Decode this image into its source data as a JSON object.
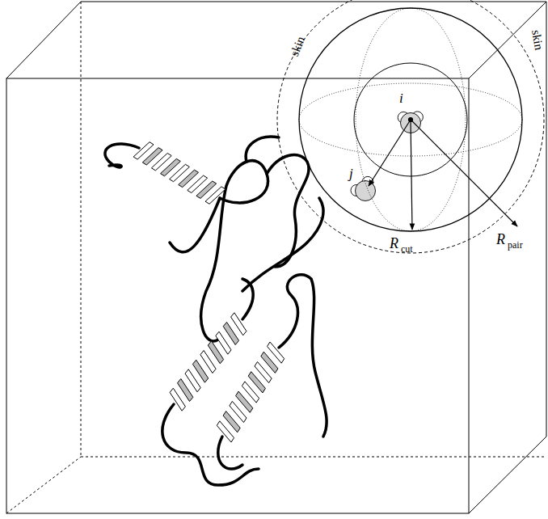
{
  "diagram": {
    "labels": [
      "skin",
      "skin",
      "i",
      "j",
      "R",
      "cut",
      "R",
      "pair"
    ]
  }
}
